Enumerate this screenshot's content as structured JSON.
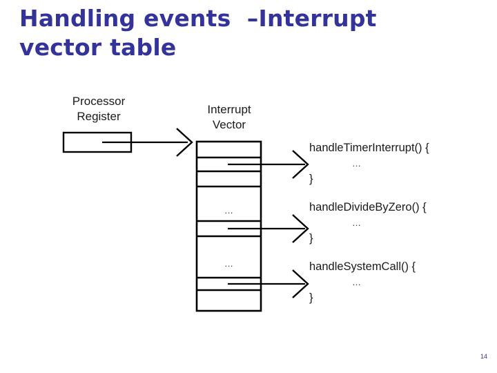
{
  "slide": {
    "title": "Handling events  –Interrupt\nvector table",
    "title_color": "#333399",
    "background_color": "#ffffff",
    "page_number": "14"
  },
  "diagram": {
    "processor_register": {
      "label": "Processor\nRegister"
    },
    "interrupt_vector": {
      "label": "Interrupt\nVector",
      "cells": [
        {
          "text": ""
        },
        {
          "text": ""
        },
        {
          "text": ""
        },
        {
          "text": "…"
        },
        {
          "text": ""
        },
        {
          "text": "…"
        },
        {
          "text": ""
        },
        {
          "text": ""
        }
      ],
      "ellipsis_cells": [
        "…",
        "…"
      ]
    },
    "handlers": [
      {
        "signature": "handleTimerInterrupt() {",
        "body": "…",
        "close": "}"
      },
      {
        "signature": "handleDivideByZero() {",
        "body": "…",
        "close": "}"
      },
      {
        "signature": "handleSystemCall() {",
        "body": "…",
        "close": "}"
      }
    ],
    "line_color": "#000000"
  }
}
